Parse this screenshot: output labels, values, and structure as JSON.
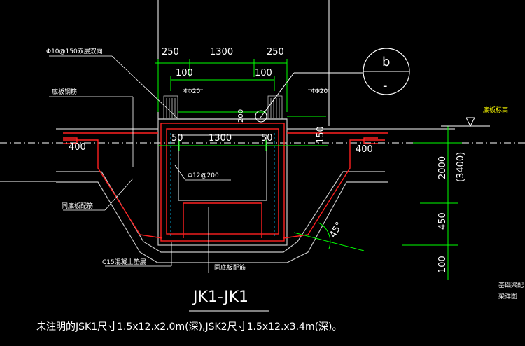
{
  "drawing": {
    "title": "JK1-JK1",
    "note": "未注明的JSK1尺寸1.5x12.x2.0m(深),JSK2尺寸1.5x12.x3.4m(深)。",
    "top_dims": [
      "250",
      "1300",
      "250"
    ],
    "sub_dims": [
      "100",
      "100"
    ],
    "inner_dims": [
      "50",
      "1300",
      "50"
    ],
    "rebar_top_left": "4Φ20",
    "rebar_top_right": "4Φ20",
    "rebar_label_topleft": "Φ10@150双层双向",
    "rebar_middle": "Φ12@200",
    "dim_150": "150",
    "dim_200": "200",
    "side_400_left": "400",
    "side_400_right": "400",
    "angle": "45°",
    "right_dims": [
      "2000",
      "(3400)",
      "450",
      "100"
    ],
    "circle_top": "b",
    "circle_bottom": "-",
    "labels": {
      "base_rebar": "底板钢筋",
      "same_base_rebar_left": "同底板配筋",
      "c15_layer": "C15混凝土垫层",
      "same_base_rebar_bottom": "同底板配筋",
      "base_elevation": "底板标高",
      "right_note_1": "基础梁配",
      "right_note_2": "梁详图"
    }
  }
}
